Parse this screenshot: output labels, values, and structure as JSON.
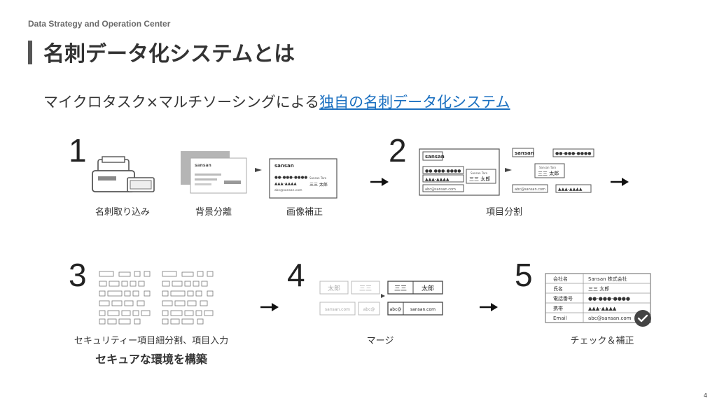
{
  "header": {
    "org": "Data Strategy and Operation Center",
    "title": "名刺データ化システムとは"
  },
  "subtitle": {
    "plain": "マイクロタスク×マルチソーシングによる",
    "highlight": "独自の名刺データ化システム"
  },
  "steps": [
    {
      "number": "1",
      "labels": [
        "名刺取り込み",
        "背景分離",
        "画像補正"
      ]
    },
    {
      "number": "2",
      "labels": [
        "項目分割"
      ]
    },
    {
      "number": "3",
      "labels": [
        "セキュリティー項目細分割、項目入力"
      ],
      "note": "セキュアな環境を構築"
    },
    {
      "number": "4",
      "labels": [
        "マージ"
      ]
    },
    {
      "number": "5",
      "labels": [
        "チェック＆補正"
      ]
    }
  ],
  "card": {
    "brand": "sansan",
    "phone_mask": "●●-●●●-●●●●",
    "fax_mask": "▲▲▲-▲▲▲▲",
    "name": "三三 太郎",
    "name_en": "Sansan Taro",
    "email": "abc@sansan.com"
  },
  "merge": {
    "faded_name": [
      "太郎",
      "三三"
    ],
    "faded_email": [
      "sansan.com",
      "abc@"
    ],
    "merged_name": [
      "三三",
      "太郎"
    ],
    "merged_email": [
      "abc@",
      "sansan.com"
    ]
  },
  "result_table": {
    "rows": [
      {
        "key": "会社名",
        "value": "Sansan 株式会社"
      },
      {
        "key": "氏名",
        "value": "三三 太郎"
      },
      {
        "key": "電話番号",
        "value": "●●-●●●-●●●●"
      },
      {
        "key": "携帯",
        "value": "▲▲▲-▲▲▲▲"
      },
      {
        "key": "Email",
        "value": "abc@sansan.com"
      }
    ]
  },
  "page_number": "4",
  "colors": {
    "highlight": "#1a6fc0",
    "check": "#444444"
  }
}
